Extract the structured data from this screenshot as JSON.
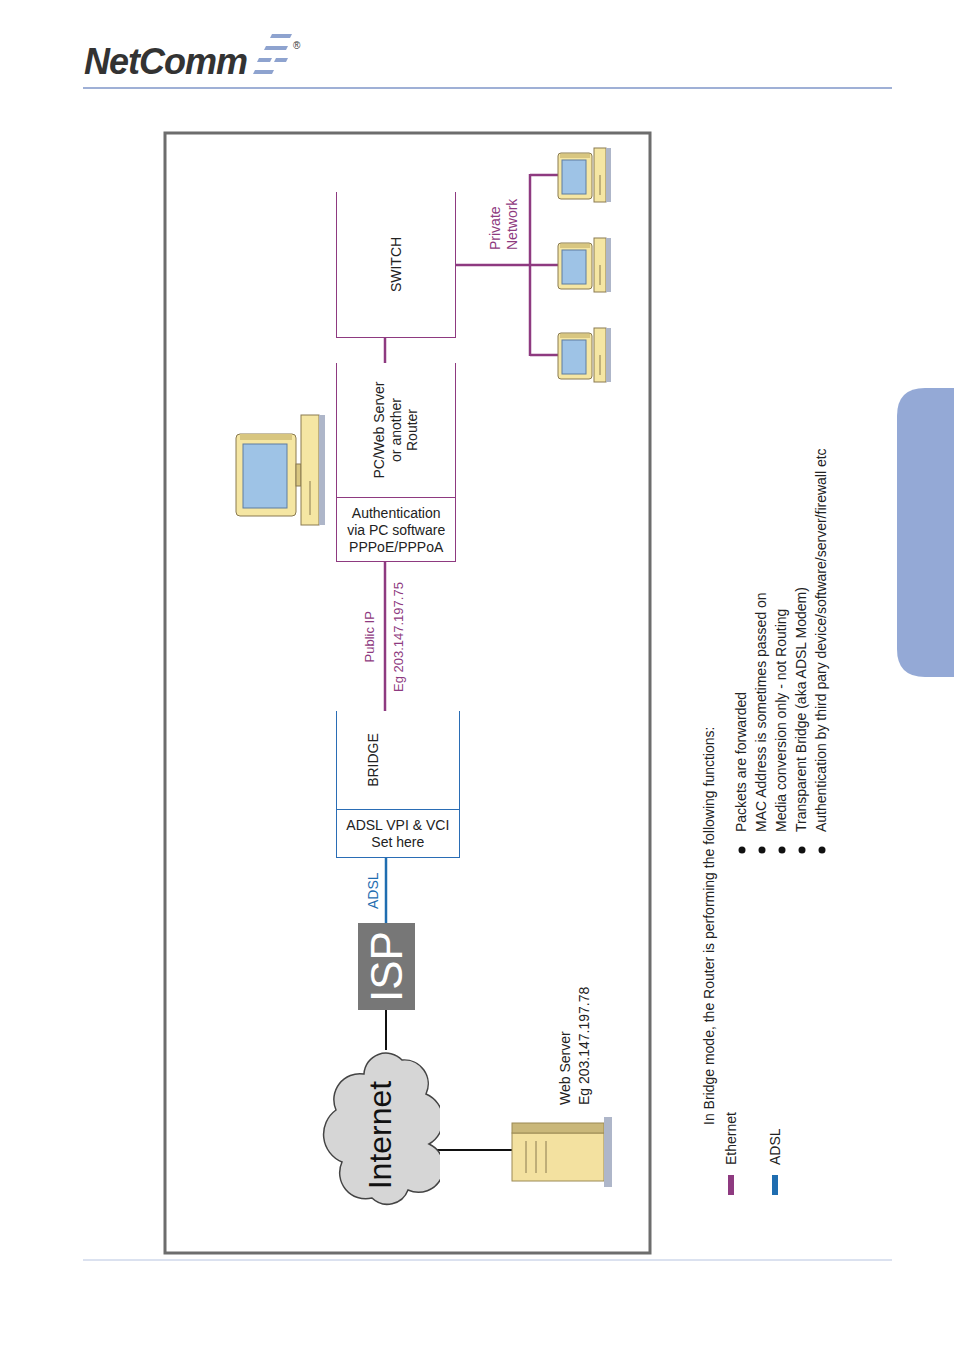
{
  "diagram": {
    "nodes": [
      {
        "text": [
          "Internet"
        ]
      },
      {
        "text": [
          "ISP"
        ]
      },
      {
        "text": [
          "BRIDGE"
        ]
      },
      {
        "text": [
          "ADSL VPI & VCI Set here"
        ],
        "in": 2
      },
      {
        "text": [
          "PC/Web Server or another Router"
        ]
      },
      {
        "text": [
          "Authentication via PC software PPPoE/PPPoA"
        ],
        "in": 4
      },
      {
        "text": [
          "SWITCH"
        ]
      }
    ],
    "edges": [
      {
        "from": 0,
        "to": 1,
        "arrow": "none"
      },
      {
        "from": 1,
        "to": 2,
        "label": "ADSL",
        "arrow": "none"
      },
      {
        "from": 2,
        "to": 4,
        "arrow": "none"
      },
      {
        "from": 4,
        "to": 6,
        "arrow": "none"
      }
    ],
    "labels": [
      "NetComm",
      "®",
      "Web Server",
      "Eg 203.147.197.78",
      "Public IP",
      "Eg 203.147.197.75",
      "Private Network",
      "In Bridge mode, the Router is performing the following functions:",
      "Packets are forwarded",
      "MAC Address is sometimes passed on",
      "Media conversion only - not Routing",
      "Transparent Bridge (aka ADSL Modem)",
      "Authentication by third pary device/software/server/firewall etc"
    ],
    "legend": [
      {
        "text": "Ethernet",
        "color": "#8e3a80"
      },
      {
        "text": "ADSL",
        "color": "#1f6db0"
      }
    ]
  }
}
